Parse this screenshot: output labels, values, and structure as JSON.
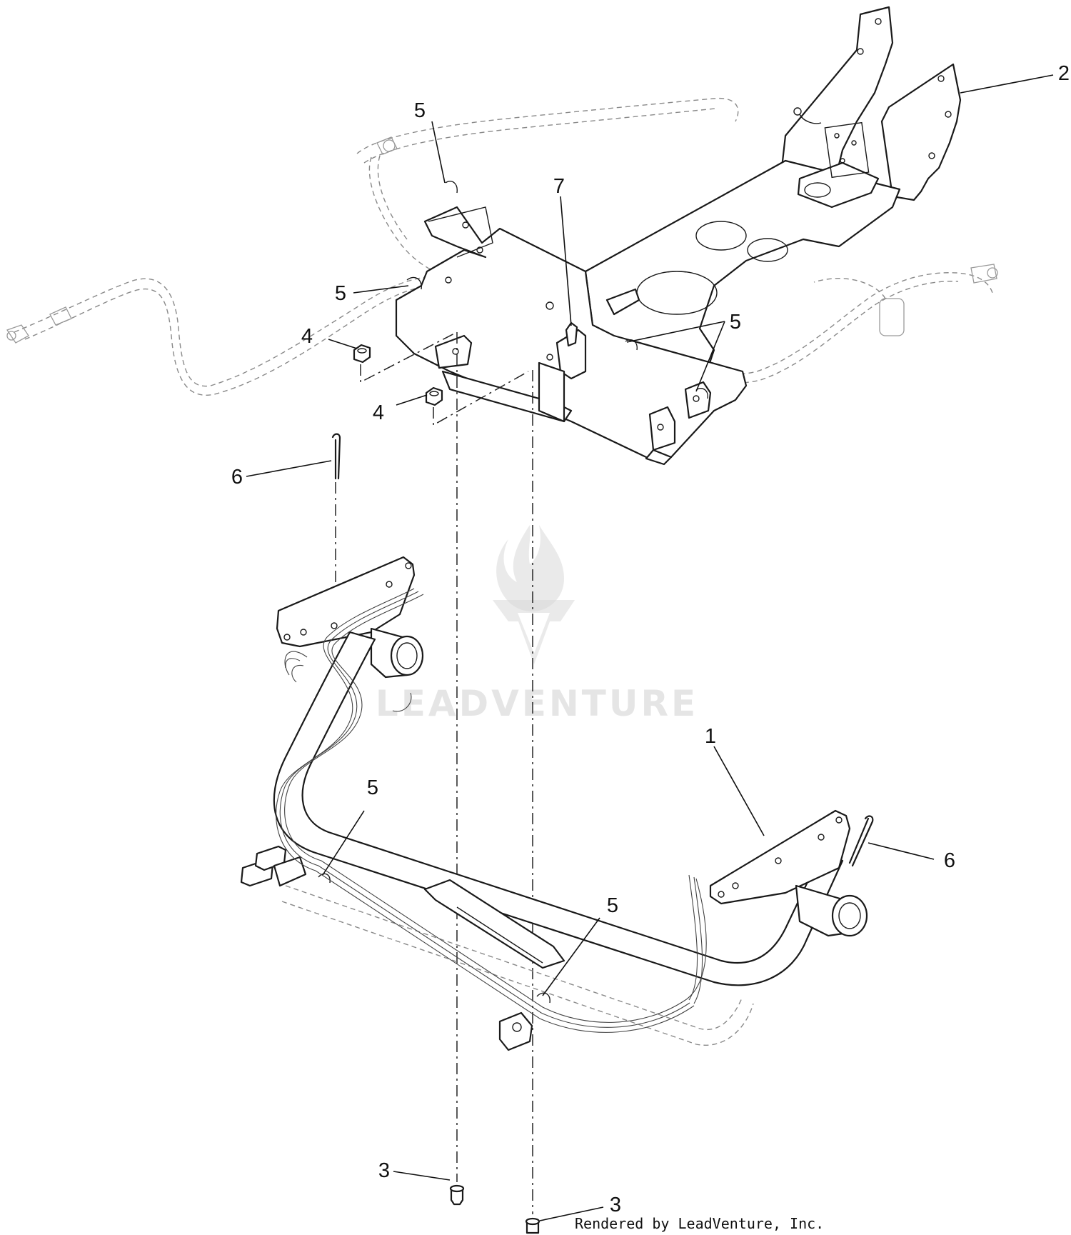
{
  "callouts": [
    {
      "id": "c1",
      "label": "1"
    },
    {
      "id": "c2",
      "label": "2"
    },
    {
      "id": "c3a",
      "label": "3"
    },
    {
      "id": "c3b",
      "label": "3"
    },
    {
      "id": "c4a",
      "label": "4"
    },
    {
      "id": "c4b",
      "label": "4"
    },
    {
      "id": "c5a",
      "label": "5"
    },
    {
      "id": "c5b",
      "label": "5"
    },
    {
      "id": "c5c",
      "label": "5"
    },
    {
      "id": "c5d",
      "label": "5"
    },
    {
      "id": "c5e",
      "label": "5"
    },
    {
      "id": "c6a",
      "label": "6"
    },
    {
      "id": "c6b",
      "label": "6"
    },
    {
      "id": "c7",
      "label": "7"
    }
  ],
  "watermark": {
    "text": "LEADVENTURE"
  },
  "credit": {
    "text": "Rendered by LeadVenture, Inc."
  }
}
